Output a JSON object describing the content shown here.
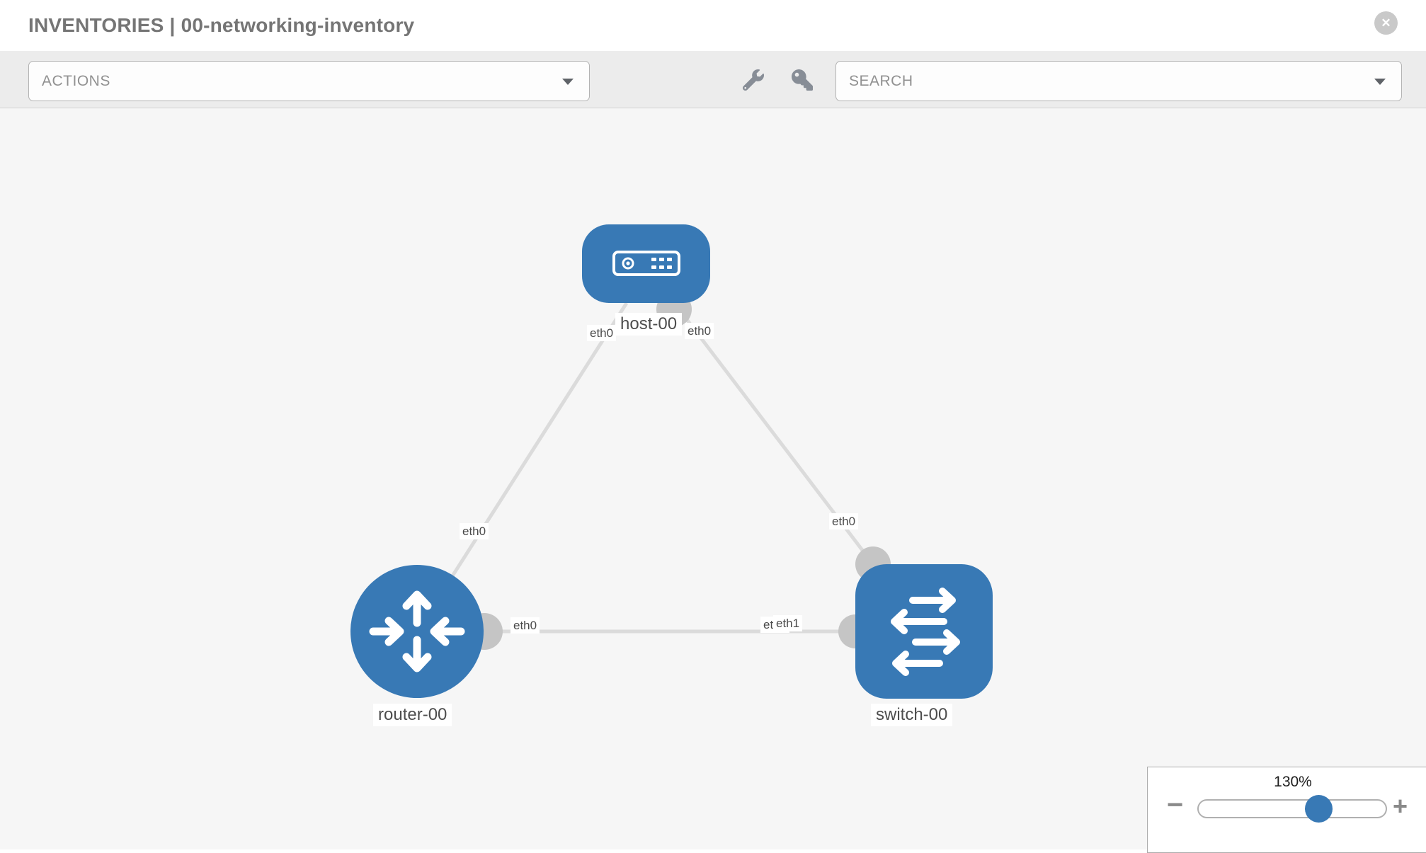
{
  "header": {
    "section": "INVENTORIES",
    "separator": "|",
    "inventory_name": "00-networking-inventory"
  },
  "toolbar": {
    "actions_label": "ACTIONS",
    "search_placeholder": "SEARCH"
  },
  "topology": {
    "nodes": [
      {
        "id": "host-00",
        "label": "host-00",
        "type": "host"
      },
      {
        "id": "router-00",
        "label": "router-00",
        "type": "router"
      },
      {
        "id": "switch-00",
        "label": "switch-00",
        "type": "switch"
      }
    ],
    "links": [
      {
        "from": "host-00",
        "to": "router-00",
        "from_interface": "eth0",
        "to_interface": "eth0"
      },
      {
        "from": "host-00",
        "to": "switch-00",
        "from_interface": "eth0",
        "to_interface": "eth0"
      },
      {
        "from": "router-00",
        "to": "switch-00",
        "from_interface": "eth0",
        "to_interface": "eth1",
        "to_interface_overlapped": "eth0"
      }
    ]
  },
  "zoom_control": {
    "level": "130%",
    "minus_glyph": "−",
    "plus_glyph": "+"
  },
  "icons": {
    "close": "✕",
    "left_tool": "wrench-icon",
    "right_tool": "key-icon"
  },
  "colors": {
    "node_blue": "#3879b5",
    "link_gray": "#dbdbdb",
    "port_gray": "#c5c5c5",
    "toolbar_bg": "#ececec",
    "canvas_bg": "#f6f6f6"
  }
}
